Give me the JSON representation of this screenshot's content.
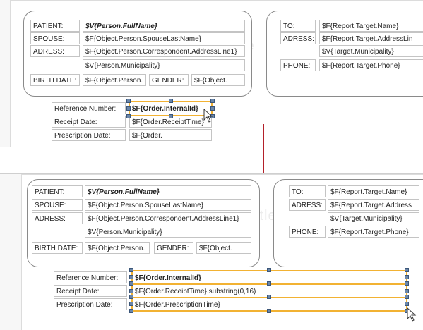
{
  "patient_label": "PATIENT:",
  "patient_value": "$V{Person.FullName}",
  "spouse_label": "SPOUSE:",
  "spouse_value": "$F{Object.Person.SpouseLastName}",
  "adress_label": "ADRESS:",
  "adress_line1": "$F{Object.Person.Correspondent.AddressLine1}",
  "adress_line2": "$V{Person.Municipality}",
  "birth_label": "BIRTH DATE:",
  "birth_value": "$F{Object.Person.",
  "gender_label": "GENDER:",
  "gender_value": "$F{Object.",
  "to_label": "TO:",
  "to_value": "$F{Report.Target.Name}",
  "to_adress_label": "ADRESS:",
  "to_adress_line1_top": "$F{Report.Target.AddressLin",
  "to_adress_line1_bottom": "$F{Report.Target.Address",
  "to_adress_line2": "$V{Target.Municipality}",
  "phone_label": "PHONE:",
  "phone_value": "$F{Report.Target.Phone}",
  "reference_label": "Reference Number:",
  "reference_value": "$F{Order.InternalId}",
  "receipt_label": "Receipt Date:",
  "receipt_value_top": "$F{Order.ReceiptTime}",
  "receipt_value_bottom": "$F{Order.ReceiptTime}.substring(0,16)",
  "prescription_label": "Prescription Date:",
  "prescription_value_top": "$F{Order.",
  "prescription_value_bottom": "$F{Order.PrescriptionTime}",
  "watermark_text": "itle",
  "colors": {
    "selection": "#f2b233",
    "arrow": "#b3202a",
    "handle": "#6b86a8"
  }
}
